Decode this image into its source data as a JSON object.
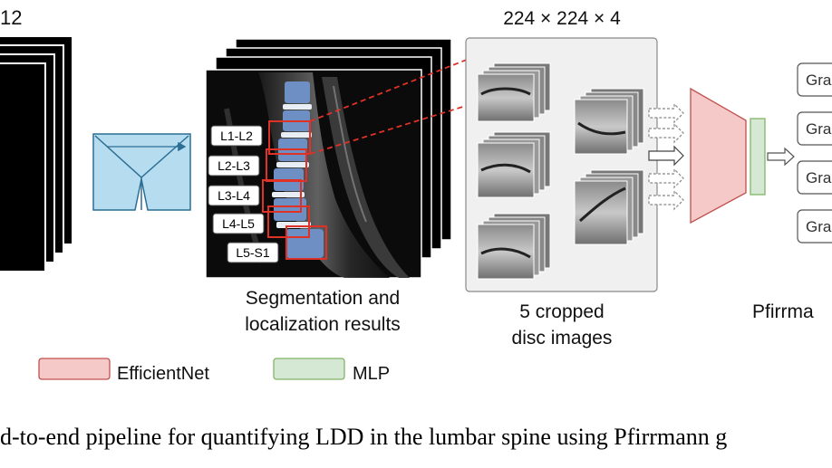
{
  "top_left_fragment": "12",
  "crop_dims_label": "224 × 224 × 4",
  "segmentation_caption": [
    "Segmentation and",
    "localization results"
  ],
  "cropped_caption": [
    "5 cropped",
    "disc images"
  ],
  "pfirrmann_fragment": "Pfirrma",
  "disc_levels": [
    "L1-L2",
    "L2-L3",
    "L3-L4",
    "L4-L5",
    "L5-S1"
  ],
  "grade_fragment": "Gra",
  "legend": {
    "efficientnet": "EfficientNet",
    "mlp": "MLP"
  },
  "figure_caption": "d-to-end pipeline for quantifying LDD in the lumbar spine using Pfirrmann g",
  "colors": {
    "efficientnet_fill": "#f6c9c9",
    "efficientnet_stroke": "#c0504d",
    "mlp_fill": "#d5e8d4",
    "mlp_stroke": "#82b366",
    "unet_fill": "#b6dcef",
    "unet_stroke": "#2c6e94",
    "seg_blue": "#6d8fc4",
    "bbox_red": "#e03127"
  }
}
